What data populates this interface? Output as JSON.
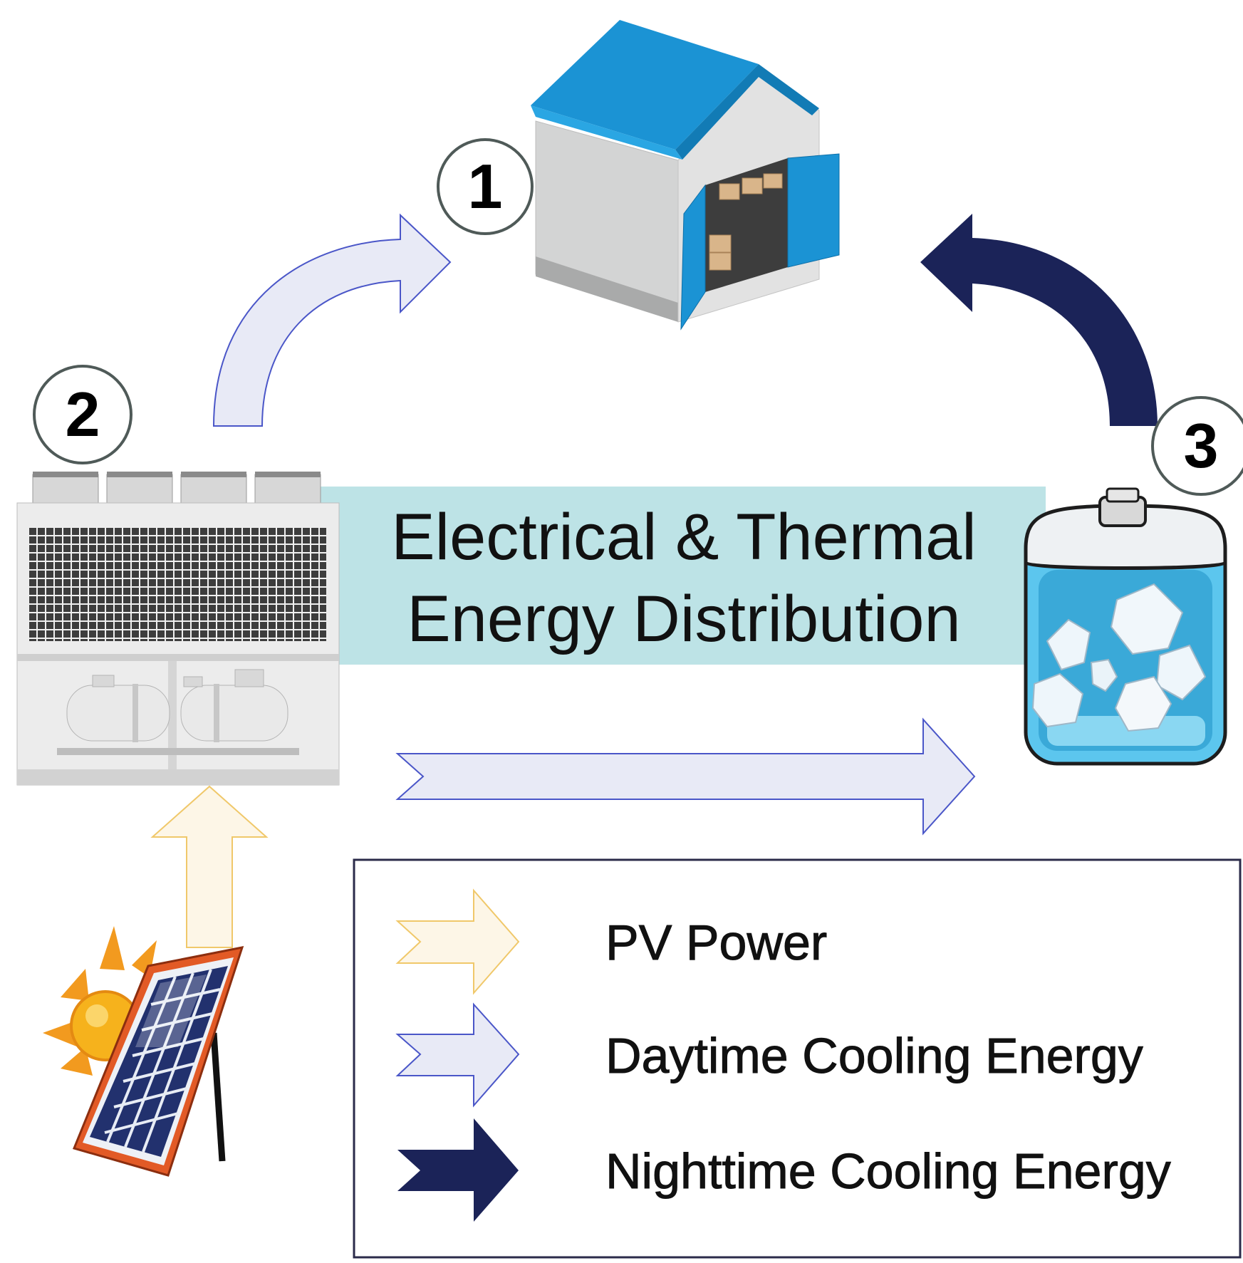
{
  "nodes": {
    "warehouse": {
      "number": "1"
    },
    "chiller": {
      "number": "2"
    },
    "storage_tank": {
      "number": "3"
    }
  },
  "center_label": {
    "line1": "Electrical & Thermal",
    "line2": "Energy Distribution"
  },
  "legend": {
    "items": [
      {
        "label": "PV Power",
        "fill": "#fdf6e7",
        "stroke": "#f0c86a"
      },
      {
        "label": "Daytime Cooling Energy",
        "fill": "#e8eaf6",
        "stroke": "#4a56c8"
      },
      {
        "label": "Nighttime Cooling Energy",
        "fill": "#1b2358",
        "stroke": "#1b2358"
      }
    ]
  },
  "colors": {
    "label_band": "#bde3e6",
    "roof_blue": "#1b93d4",
    "ice_blue": "#5cc6ee",
    "circle_stroke": "#4f5a58"
  }
}
